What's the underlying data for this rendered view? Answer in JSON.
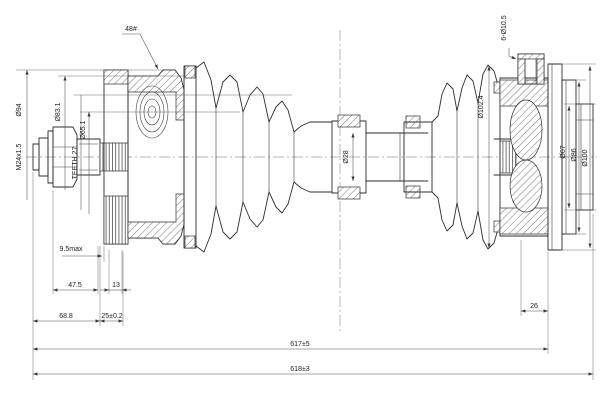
{
  "drawing": {
    "type": "drive-shaft-technical-drawing",
    "background_color": "#ffffff",
    "line_color": "#2e2e2e"
  },
  "labels": {
    "abs_ring_teeth": "48#",
    "outer_joint_diameter": "Ø94",
    "thread_spec": "M24x1.5",
    "spline_teeth": "TEETH 27",
    "housing_diameter": "Ø83.1",
    "shoulder_diameter": "Ø65.1",
    "shaft_diameter": "Ø28",
    "flange_bolt_holes": "6-Ø10.5",
    "boot_large_diameter": "Ø102.4",
    "pilot_diameter": "Ø67",
    "bolt_circle_diameter": "Ø86",
    "flange_diameter": "Ø100",
    "abs_ring_offset": "9.5max",
    "length_47_5": "47.5",
    "length_13": "13",
    "length_68_8": "68.8",
    "length_25": "25±0.2",
    "length_26": "26",
    "length_617": "617±5",
    "length_overall": "618±3"
  }
}
